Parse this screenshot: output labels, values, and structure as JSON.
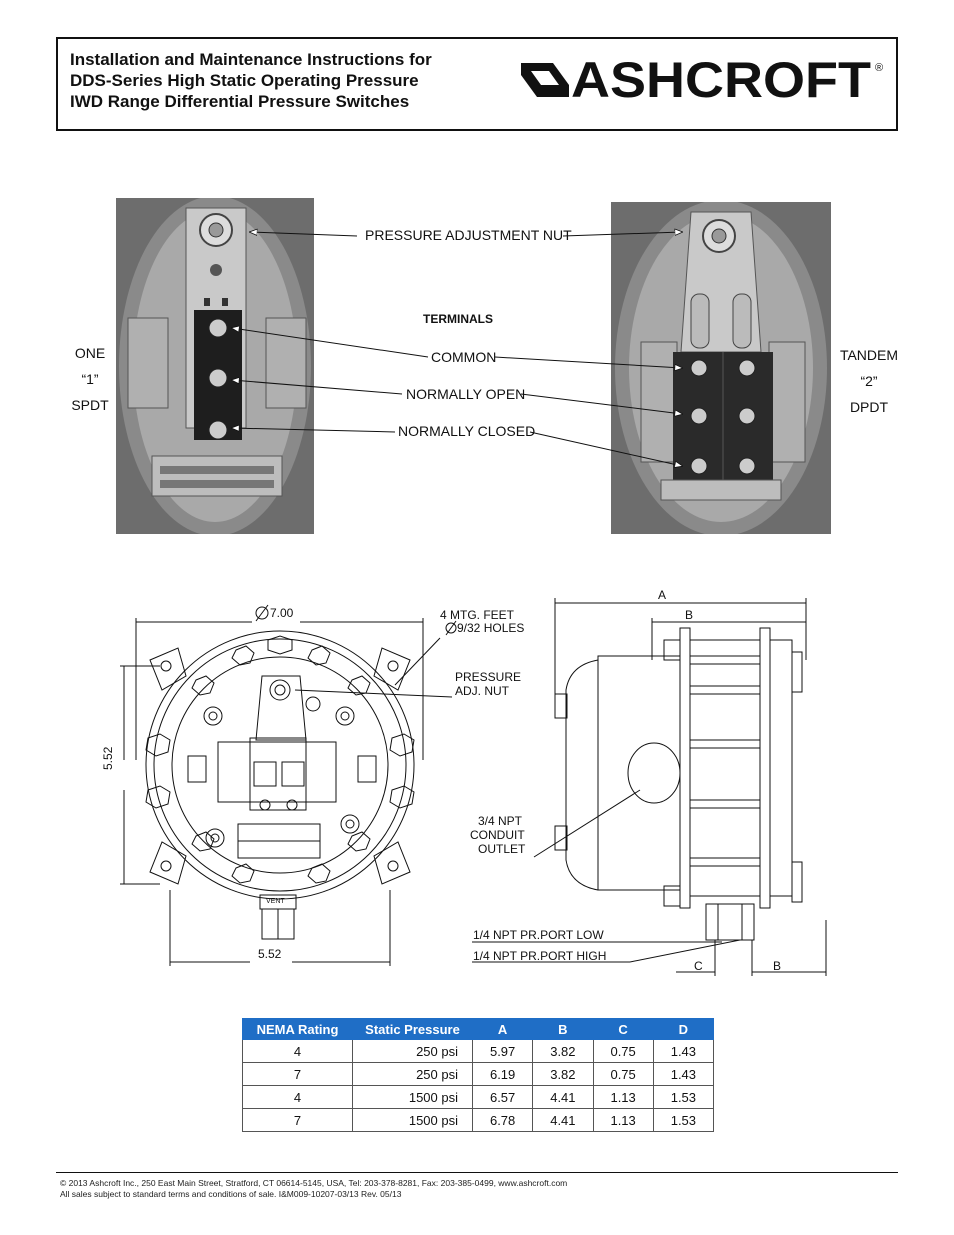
{
  "header": {
    "title_lines": [
      "Installation and Maintenance Instructions for",
      "DDS-Series High Static Operating Pressure",
      "IWD Range Differential Pressure Switches"
    ],
    "logo_text": "ASHCROFT",
    "logo_mark": "®"
  },
  "photos": {
    "left_label": [
      "ONE",
      "“1”",
      "SPDT"
    ],
    "right_label": [
      "TANDEM",
      "“2”",
      "DPDT"
    ],
    "callouts": {
      "adjust_nut": "PRESSURE ADJUSTMENT NUT",
      "terminals": "TERMINALS",
      "common": "COMMON",
      "normally_open": "NORMALLY OPEN",
      "normally_closed": "NORMALLY CLOSED"
    }
  },
  "drawing": {
    "diameter": "7.00",
    "mtg_feet": [
      "4 MTG. FEET",
      "9/32 HOLES"
    ],
    "pressure_adj": [
      "PRESSURE",
      "ADJ. NUT"
    ],
    "height_dim": "5.52",
    "width_dim": "5.52",
    "vent": "VENT",
    "conduit": [
      "3/4 NPT",
      "CONDUIT",
      "OUTLET"
    ],
    "port_low": "1/4 NPT PR.PORT LOW",
    "port_high": "1/4 NPT PR.PORT HIGH",
    "dim_a": "A",
    "dim_b_top": "B",
    "dim_c": "C",
    "dim_b_bottom": "B"
  },
  "table": {
    "headers": [
      "NEMA Rating",
      "Static Pressure",
      "A",
      "B",
      "C",
      "D"
    ],
    "rows": [
      [
        "4",
        "250 psi",
        "5.97",
        "3.82",
        "0.75",
        "1.43"
      ],
      [
        "7",
        "250 psi",
        "6.19",
        "3.82",
        "0.75",
        "1.43"
      ],
      [
        "4",
        "1500 psi",
        "6.57",
        "4.41",
        "1.13",
        "1.53"
      ],
      [
        "7",
        "1500 psi",
        "6.78",
        "4.41",
        "1.13",
        "1.53"
      ]
    ]
  },
  "footer": {
    "line1": "© 2013 Ashcroft Inc., 250 East Main Street, Stratford, CT 06614-5145, USA, Tel: 203-378-8281, Fax: 203-385-0499, www.ashcroft.com",
    "line2": "All sales subject to standard terms and conditions of sale. I&M009-10207-03/13 Rev. 05/13"
  }
}
